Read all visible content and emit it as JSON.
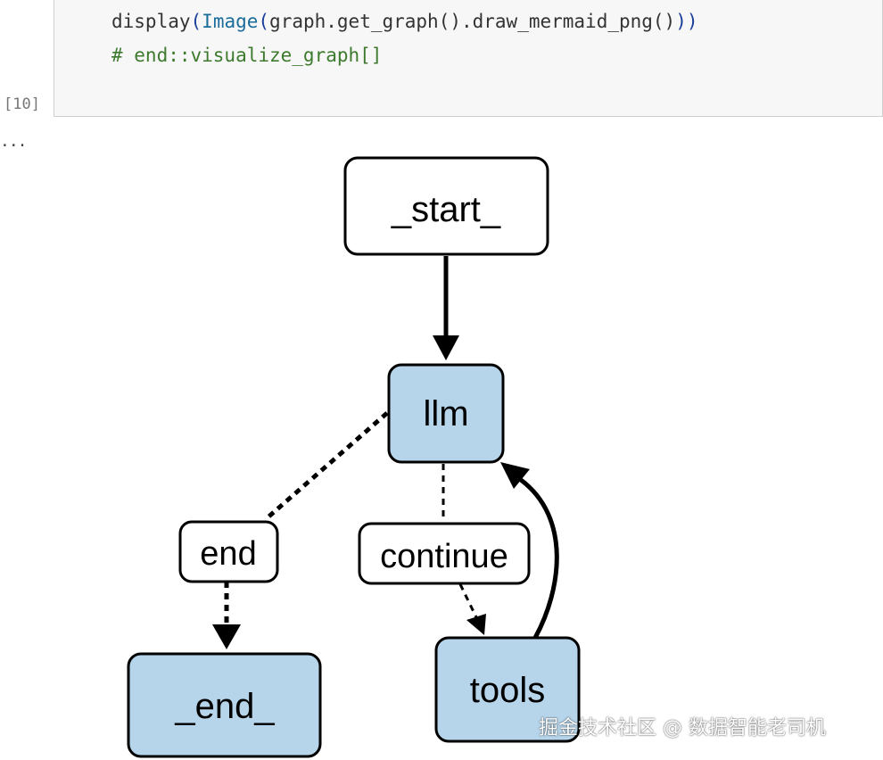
{
  "code_cell": {
    "line1": {
      "fn": "display",
      "open1": "(",
      "builtin": "Image",
      "open2": "(",
      "rest": "graph.get_graph().draw_mermaid_png()",
      "close": "))"
    },
    "line2": "# end::visualize_graph[]",
    "prompt": "[10]"
  },
  "output": {
    "ellipsis": "..."
  },
  "graph": {
    "nodes": {
      "start": "_start_",
      "llm": "llm",
      "tools": "tools",
      "end": "_end_"
    },
    "edge_labels": {
      "end": "end",
      "continue": "continue"
    },
    "colors": {
      "highlight_fill": "#b6d4ea",
      "plain_fill": "#ffffff",
      "stroke": "#000000"
    }
  },
  "watermark": "掘金技术社区 @ 数据智能老司机"
}
